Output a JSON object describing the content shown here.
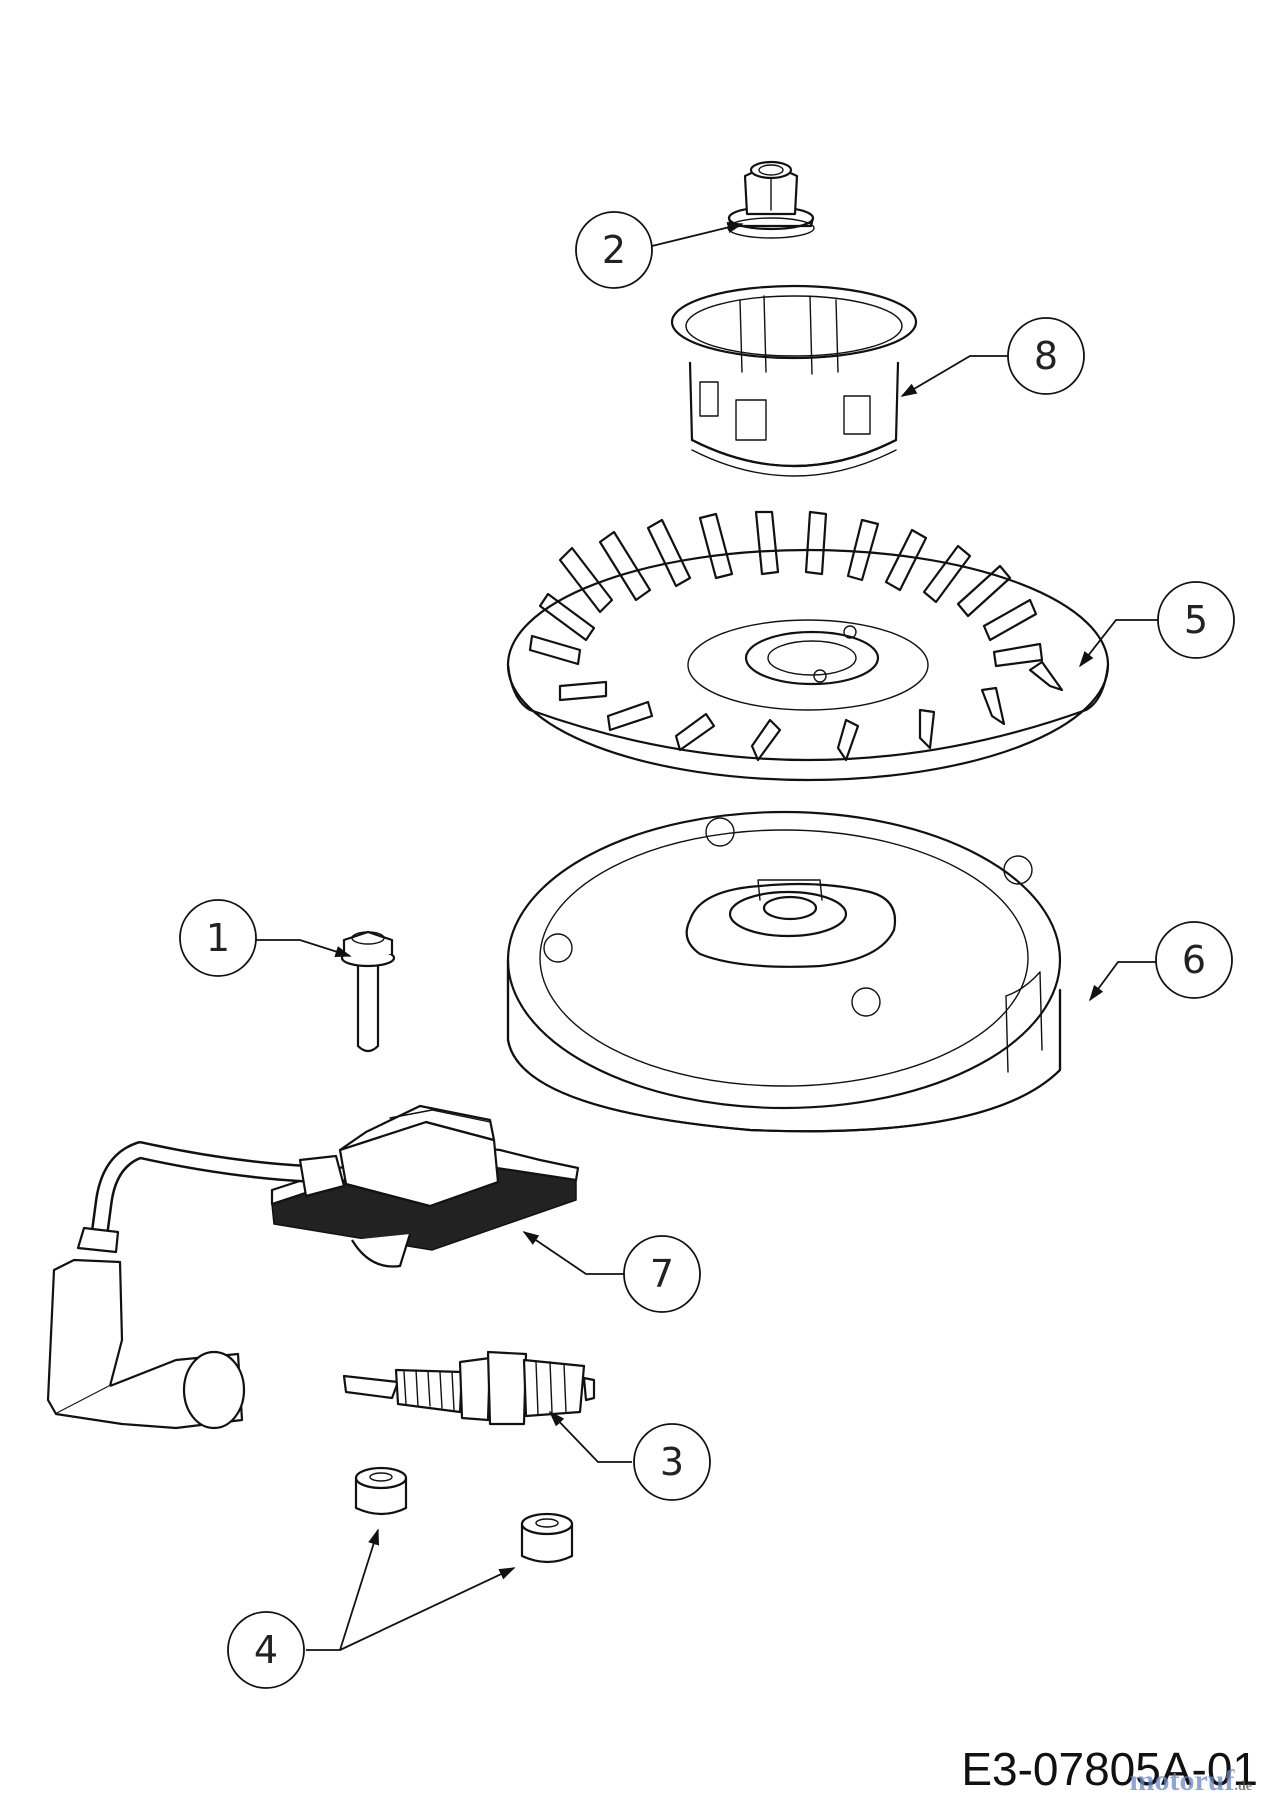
{
  "drawing": {
    "code": "E3-07805A-01",
    "watermark": "motoruf",
    "watermark_suffix": ".de"
  },
  "callouts": [
    {
      "id": "1",
      "label": "1"
    },
    {
      "id": "2",
      "label": "2"
    },
    {
      "id": "3",
      "label": "3"
    },
    {
      "id": "4",
      "label": "4"
    },
    {
      "id": "5",
      "label": "5"
    },
    {
      "id": "6",
      "label": "6"
    },
    {
      "id": "7",
      "label": "7"
    },
    {
      "id": "8",
      "label": "8"
    }
  ]
}
